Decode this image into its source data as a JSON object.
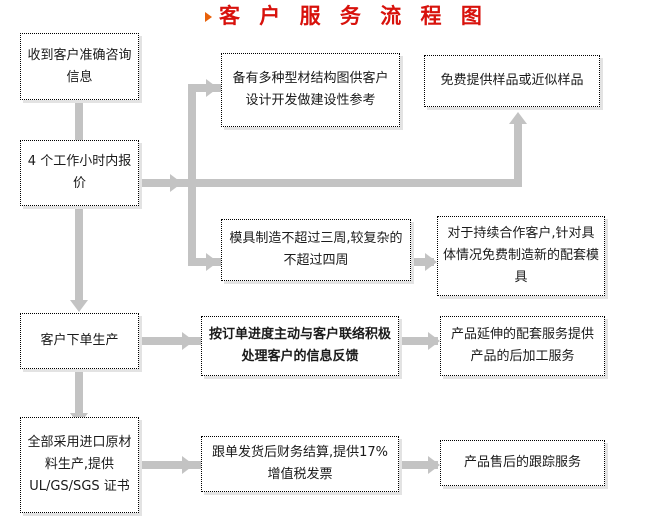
{
  "title": {
    "text": "客 户 服 务 流 程 图",
    "color": "#d8120c",
    "bullet_icon": "triangle-right-icon",
    "bullet_color": "#e8610a"
  },
  "theme": {
    "connector_color": "#c3c3c3",
    "node_border": "#000000",
    "node_shadow": "#e3e3e3",
    "background": "#ffffff",
    "text_color": "#1a1a1a"
  },
  "nodes": {
    "n1": {
      "text": "收到客户准确咨询信息",
      "line1": "收到客户准确",
      "line2": "咨询信息"
    },
    "n2": {
      "text": "4 个工作小时内报价",
      "line1": "4 个工作小时",
      "line2": "内报价"
    },
    "n3": {
      "text": "备有多种型材结构图供客户设计开发做建设性参考"
    },
    "n4": {
      "text": "免费提供样品或近似样品"
    },
    "n5": {
      "text": "模具制造不超过三周,较复杂的不超过四周"
    },
    "n6": {
      "text": "对于持续合作客户,针对具体情况免费制造新的配套模具"
    },
    "n7": {
      "text": "客户下单生产"
    },
    "n8": {
      "text": "按订单进度主动与客户联络积极处理客户的信息反馈"
    },
    "n9": {
      "text": "产品延伸的配套服务提供产品的后加工服务"
    },
    "n10": {
      "line1": "全部采用进口",
      "line2": "原材料生产,提",
      "line3": "供 UL/GS/SGS",
      "line4": "证书",
      "text": "全部采用进口原材料生产,提供 UL/GS/SGS 证书"
    },
    "n11": {
      "text": "跟单发货后财务结算,提供17%增值税发票"
    },
    "n12": {
      "text": "产品售后的跟踪服务"
    }
  },
  "connectors": [
    {
      "name": "n1-to-n2",
      "type": "arrow-down"
    },
    {
      "name": "n2-to-branch",
      "type": "arrow-right"
    },
    {
      "name": "branch-to-n3",
      "type": "arrow-right"
    },
    {
      "name": "branch-to-n5",
      "type": "arrow-right"
    },
    {
      "name": "branch-to-n4",
      "type": "arrow-up"
    },
    {
      "name": "n5-to-n6",
      "type": "arrow-right"
    },
    {
      "name": "n2-to-n7",
      "type": "arrow-down"
    },
    {
      "name": "n7-to-n8",
      "type": "arrow-right"
    },
    {
      "name": "n8-to-n9",
      "type": "arrow-right"
    },
    {
      "name": "n7-to-n10",
      "type": "arrow-down"
    },
    {
      "name": "n10-to-n11",
      "type": "arrow-right"
    },
    {
      "name": "n11-to-n12",
      "type": "arrow-right"
    }
  ]
}
